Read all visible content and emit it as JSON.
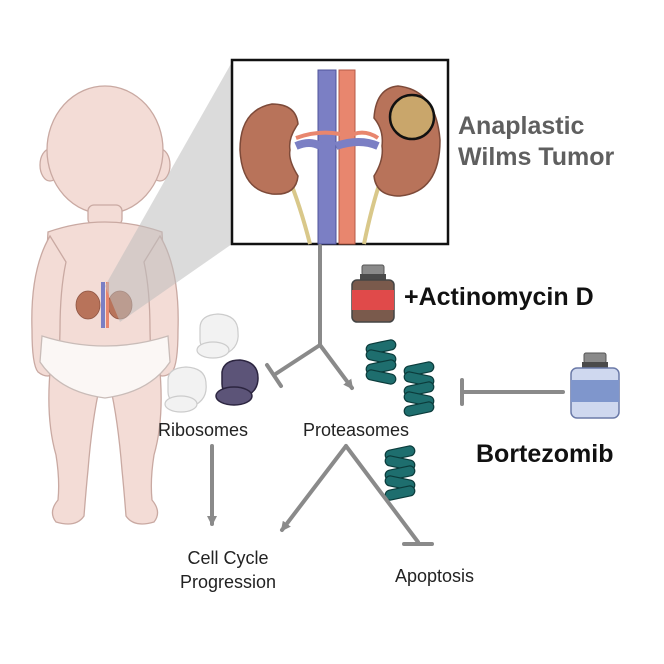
{
  "labels": {
    "title_line1": "Anaplastic",
    "title_line2": "Wilms Tumor",
    "drug_actinomycin": "+Actinomycin D",
    "drug_bortezomib": "Bortezomib",
    "ribosomes": "Ribosomes",
    "proteasomes": "Proteasomes",
    "cell_cycle_line1": "Cell Cycle",
    "cell_cycle_line2": "Progression",
    "apoptosis": "Apoptosis"
  },
  "colors": {
    "arrow": "#8a8a8a",
    "kidney": "#b8735a",
    "tumor": "#c9a66b",
    "vena_cava": "#7b7fc4",
    "aorta": "#e8866e",
    "ribosome": "#5c5478",
    "proteasome": "#1e6e6e",
    "vial_red": "#e04a4a",
    "vial_blue": "#7f96cc",
    "baby_skin": "#f3dcd6"
  }
}
